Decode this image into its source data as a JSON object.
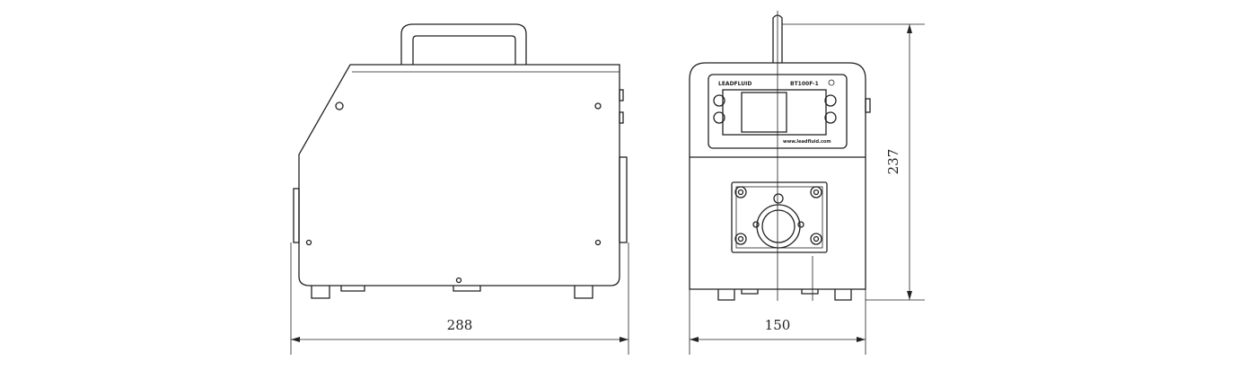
{
  "dimensions": {
    "side_length": "288",
    "front_width": "150",
    "height": "237"
  },
  "panel": {
    "brand": "LEADFLUID",
    "model": "BT100F-1",
    "website": "www.leadfluid.com"
  }
}
